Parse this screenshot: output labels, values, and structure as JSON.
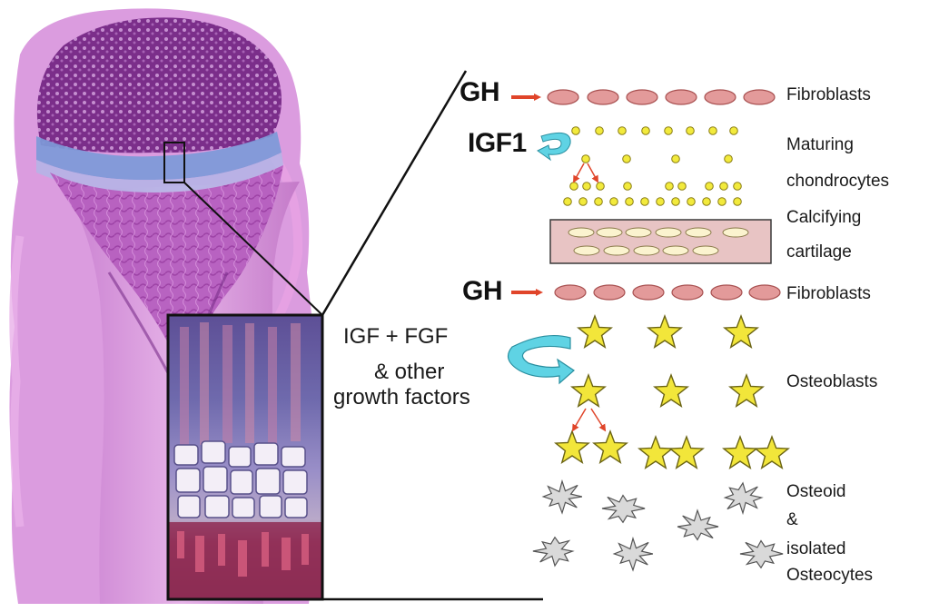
{
  "regulators": {
    "gh_top": "GH",
    "igf1": "IGF1",
    "gh_bottom": "GH",
    "igf_fgf_line1": "IGF + FGF",
    "igf_fgf_line2": "& other",
    "igf_fgf_line3": "growth factors"
  },
  "labels": {
    "fibroblasts_top": "Fibroblasts",
    "maturing_line1": "Maturing",
    "maturing_line2": "chondrocytes",
    "calcifying_line1": "Calcifying",
    "calcifying_line2": "cartilage",
    "fibroblasts_bottom": "Fibroblasts",
    "osteoblasts": "Osteoblasts",
    "osteoid_line1": "Osteoid",
    "osteoid_line2": "&",
    "osteoid_line3": "isolated",
    "osteoid_line4": "Osteocytes"
  },
  "colors": {
    "fibroblast_fill": "#e39a9a",
    "chondrocyte_fill": "#f2ea3c",
    "calcified_band": "#e8c4c4",
    "calcified_cell": "#fbf3cf",
    "star_fill": "#f2e63a",
    "arrow_red": "#e0452a",
    "arrow_cyan": "#5fd3e4",
    "osteocyte_fill": "#d9d9d9",
    "tissue_purple": "#a84fb0",
    "cartilage_blue": "#7a8fd0"
  }
}
